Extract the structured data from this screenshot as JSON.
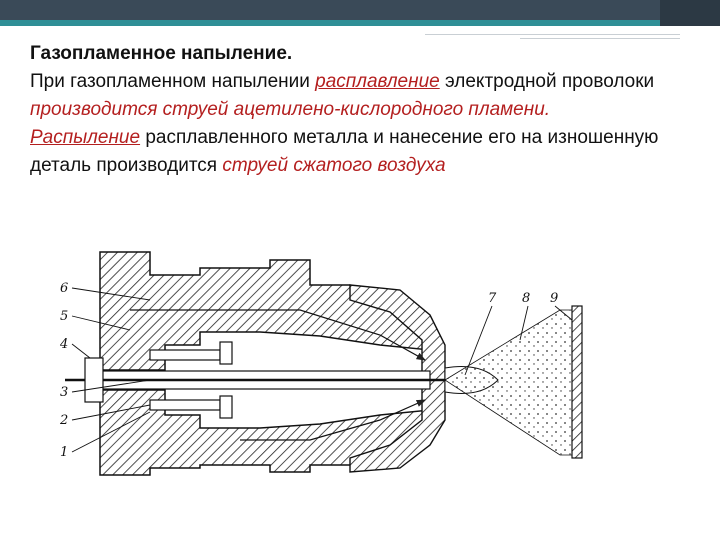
{
  "slide": {
    "title": "Газопламенное напыление.",
    "p1": {
      "a": " При газопламенном напылении ",
      "b": "расплавление",
      "c": " электродной проволоки ",
      "d": "производится струей ацетилено-кислородного пламени."
    },
    "p2": {
      "a": " ",
      "b": "Распыление",
      "c": " расплавленного металла и нанесение его на изношенную деталь производится ",
      "d": "струей сжатого воздуха"
    }
  },
  "figure": {
    "labels": [
      "1",
      "2",
      "3",
      "4",
      "5",
      "6",
      "7",
      "8",
      "9"
    ]
  },
  "colors": {
    "header": "#3a4a58",
    "accent": "#2f8f96",
    "highlight": "#b41f1f"
  }
}
